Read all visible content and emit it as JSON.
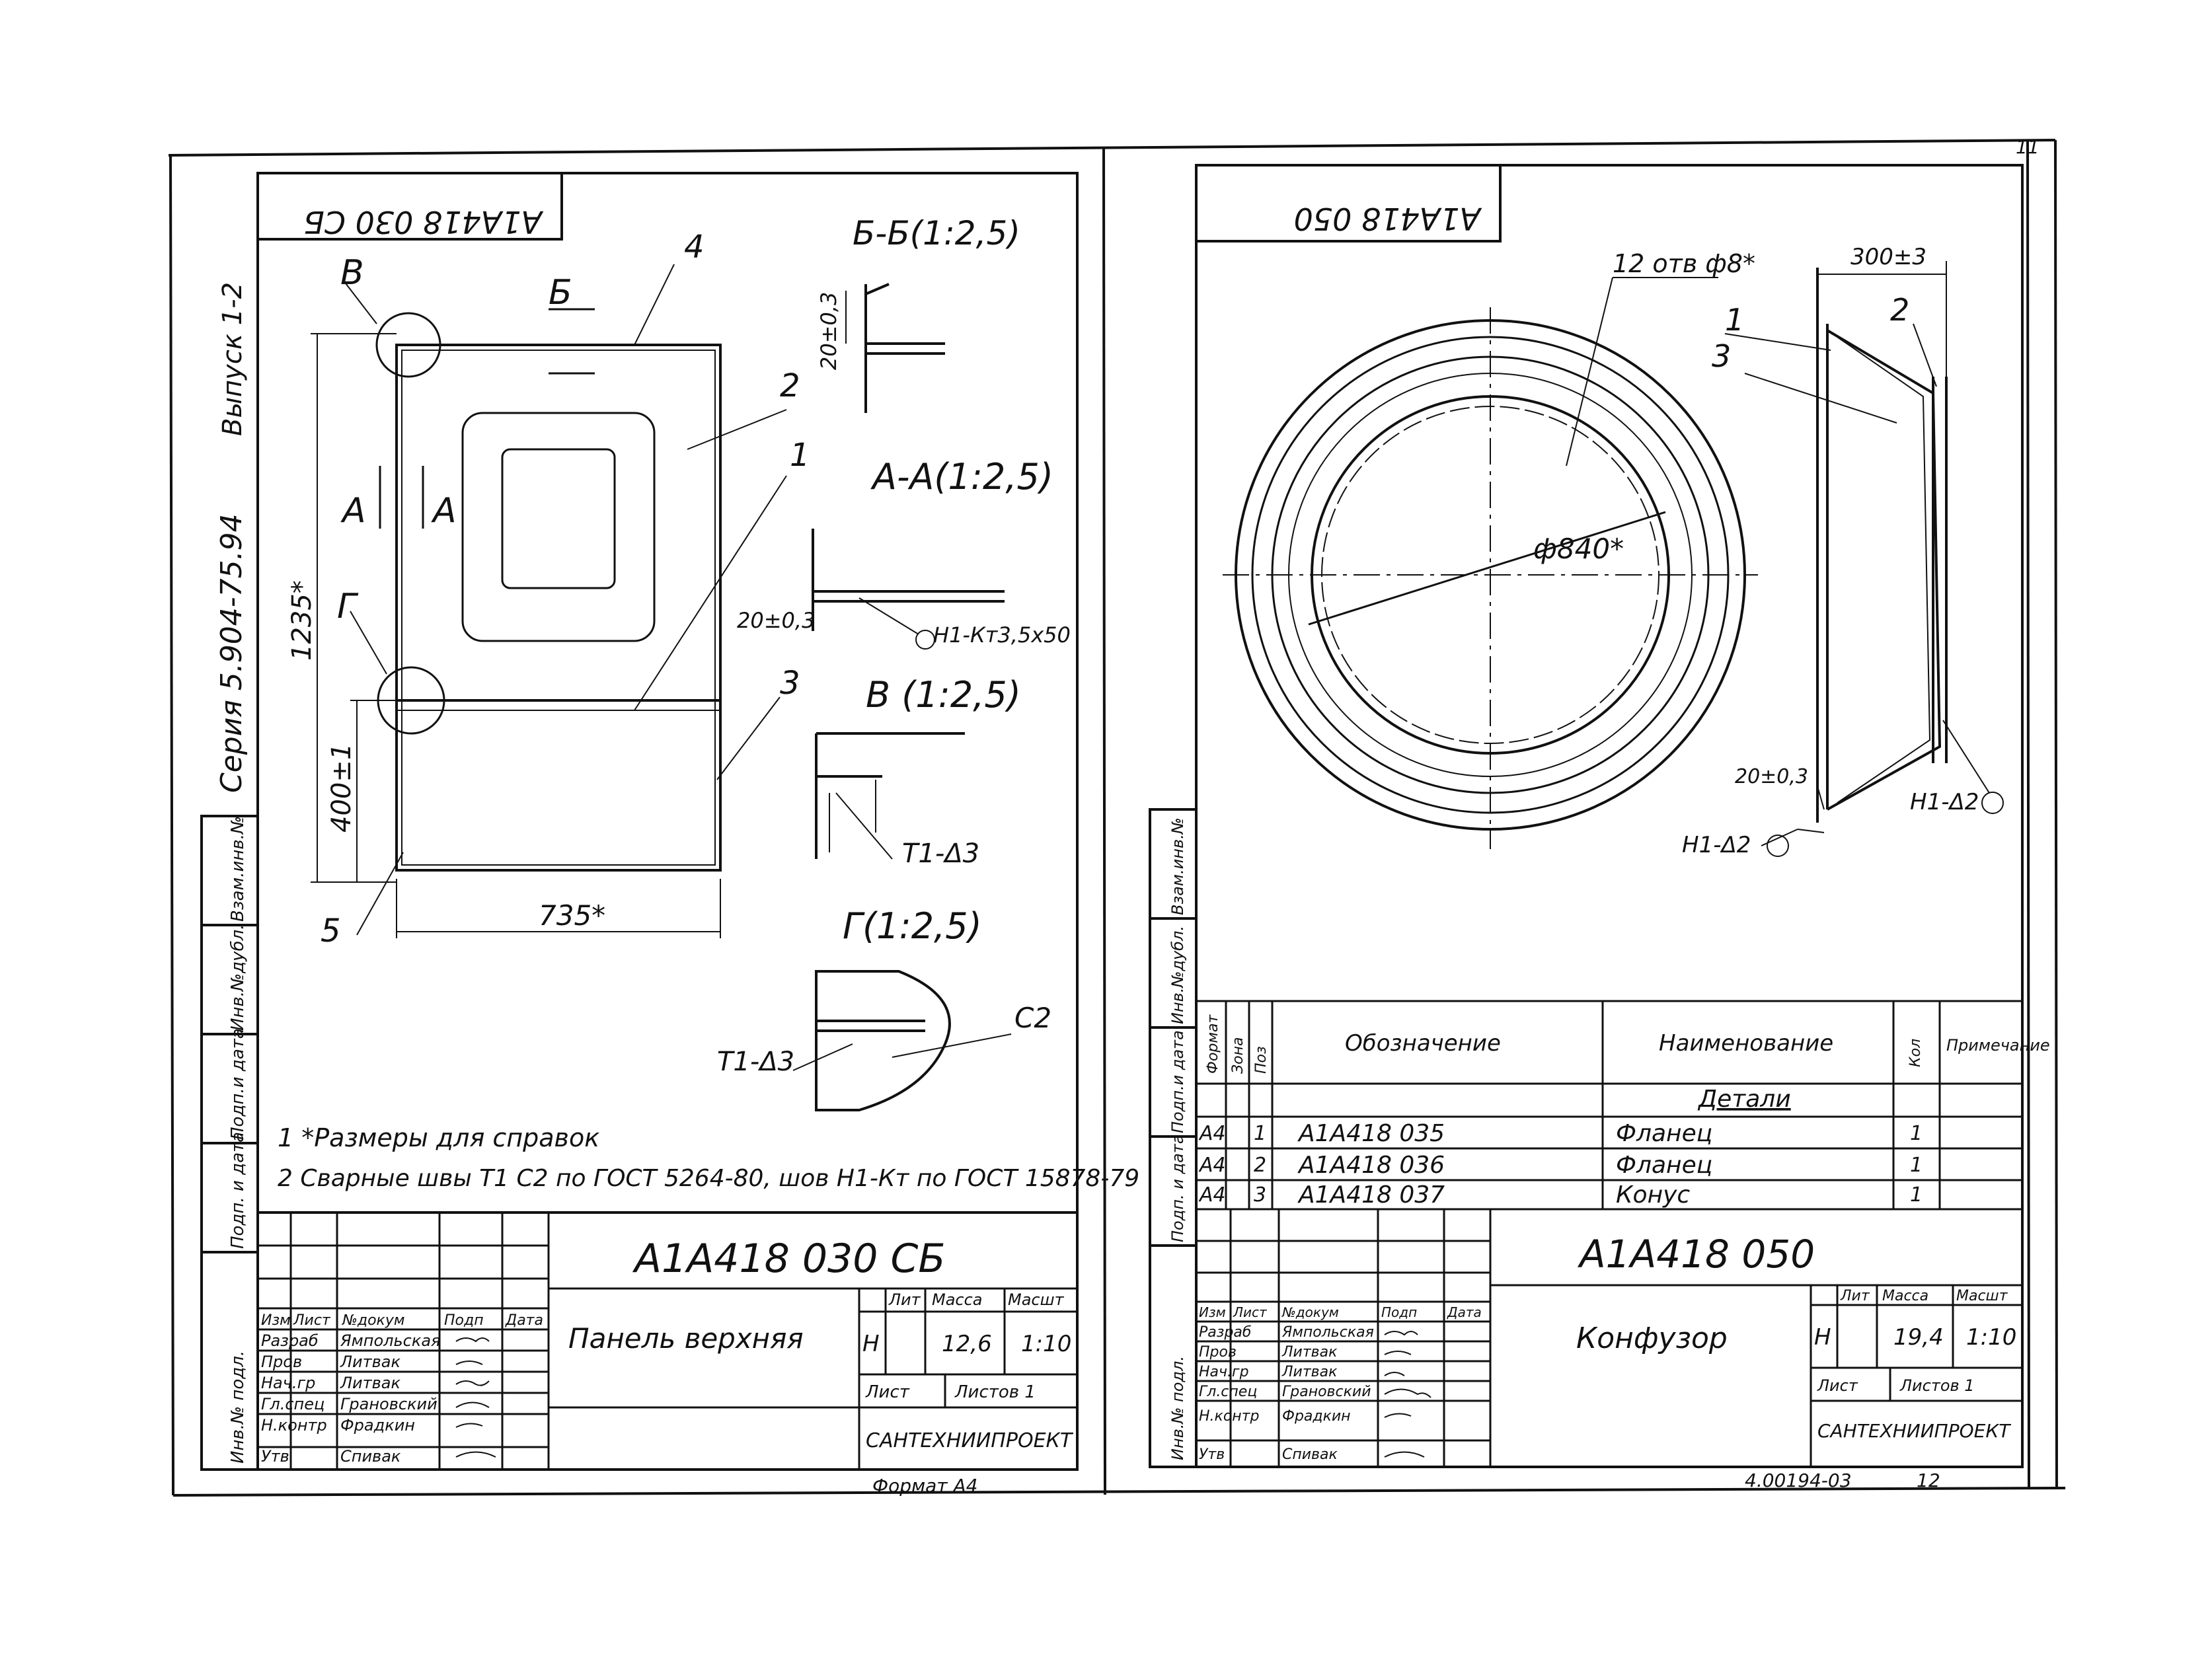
{
  "page_number": "11",
  "left_sheet": {
    "stamp": "А1А418 030 СБ",
    "series": "Серия 5.904-75.94",
    "issue": "Выпуск 1-2",
    "callouts": [
      "4",
      "2",
      "1",
      "3",
      "5"
    ],
    "section_labels": {
      "b_mark": "Б",
      "v_mark": "В",
      "g_mark": "Г",
      "a_left": "А",
      "a_right": "А",
      "bb": "Б-Б(1:2,5)",
      "aa": "А-А(1:2,5)",
      "v": "В (1:2,5)",
      "g": "Г(1:2,5)"
    },
    "dims": {
      "height": "1235*",
      "lower": "400±1",
      "width": "735*",
      "bb_dim": "20±0,3",
      "aa_dim": "20±0,3"
    },
    "weld_labels": {
      "aa_weld": "Н1-Кт3,5х50",
      "v_weld": "Т1-Δ3",
      "g_weld": "Т1-Δ3",
      "g_c2": "С2"
    },
    "notes": [
      "1 *Размеры для справок",
      "2 Сварные швы Т1 С2 по ГОСТ 5264-80, шов Н1-Кт по ГОСТ 15878-79"
    ],
    "side_stamps": [
      "Взам.инв.№",
      "Инв.№дубл.",
      "Подп.и дата",
      "Подп. и дата",
      "Инв.№ подл."
    ],
    "title_block": {
      "designation": "А1А418 030 СБ",
      "name": "Панель верхняя",
      "col_headers": [
        "Изм",
        "Лист",
        "№докум",
        "Подп",
        "Дата"
      ],
      "roles": [
        "Разраб",
        "Пров",
        "Нач.гр",
        "Гл.спец",
        "Н.контр",
        "Утв"
      ],
      "names": [
        "Ямпольская",
        "Литвак",
        "Литвак",
        "Грановский",
        "Фрадкин",
        "Спивак"
      ],
      "lit_label": "Лит",
      "mass_label": "Масса",
      "scale_label": "Масшт",
      "lit": "Н",
      "mass": "12,6",
      "scale": "1:10",
      "sheet": "Лист",
      "sheets": "Листов 1",
      "org": "САНТЕХНИИПРОЕКТ",
      "format": "Формат А4"
    }
  },
  "right_sheet": {
    "stamp": "А1А418 050",
    "holes": "12 отв ф8*",
    "diameter": "ф840*",
    "length": "300±3",
    "callouts": [
      "1",
      "2",
      "3"
    ],
    "dim_small": "20±0,3",
    "weld_left": "Н1-Δ2",
    "weld_right": "Н1-Δ2",
    "side_stamps": [
      "Взам.инв.№",
      "Инв.№дубл.",
      "Подп.и дата",
      "Подп. и дата",
      "Инв.№ подл."
    ],
    "spec_headers": [
      "Формат",
      "Зона",
      "Поз",
      "Обозначение",
      "Наименование",
      "Кол",
      "Примечание"
    ],
    "spec_section": "Детали",
    "spec_rows": [
      {
        "format": "А4",
        "pos": "1",
        "designation": "А1А418 035",
        "name": "Фланец",
        "qty": "1"
      },
      {
        "format": "А4",
        "pos": "2",
        "designation": "А1А418 036",
        "name": "Фланец",
        "qty": "1"
      },
      {
        "format": "А4",
        "pos": "3",
        "designation": "А1А418 037",
        "name": "Конус",
        "qty": "1"
      }
    ],
    "title_block": {
      "designation": "А1А418 050",
      "name": "Конфузор",
      "col_headers": [
        "Изм",
        "Лист",
        "№докум",
        "Подп",
        "Дата"
      ],
      "roles": [
        "Разраб",
        "Пров",
        "Нач.гр",
        "Гл.спец",
        "Н.контр",
        "Утв"
      ],
      "names": [
        "Ямпольская",
        "Литвак",
        "Литвак",
        "Грановский",
        "Фрадкин",
        "Спивак"
      ],
      "lit_label": "Лит",
      "mass_label": "Масса",
      "scale_label": "Масшт",
      "lit": "Н",
      "mass": "19,4",
      "scale": "1:10",
      "sheet": "Лист",
      "sheets": "Листов 1",
      "org": "САНТЕХНИИПРОЕКТ"
    },
    "footer_code": "4.00194-03",
    "footer_page": "12"
  }
}
